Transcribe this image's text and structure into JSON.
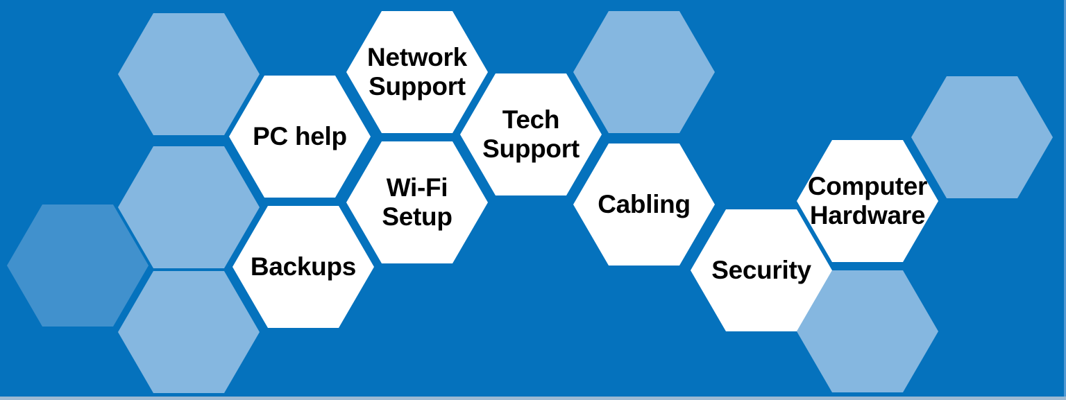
{
  "banner": {
    "background_color": "#0572bd",
    "hex_light_color": "#85b7e0",
    "hex_medium_color": "#4191cd",
    "hex_white_color": "#ffffff",
    "label_text_color": "#000000",
    "bottom_strip_color": "#9db9d3",
    "right_strip_color": "#5099d4"
  },
  "services": [
    {
      "label": "PC help"
    },
    {
      "label": "Network\nSupport"
    },
    {
      "label": "Wi-Fi\nSetup"
    },
    {
      "label": "Tech\nSupport"
    },
    {
      "label": "Cabling"
    },
    {
      "label": "Backups"
    },
    {
      "label": "Security"
    },
    {
      "label": "Computer\nHardware"
    }
  ],
  "decorations": [
    {
      "name": "deco-hex-topleft-upper",
      "tone": "light"
    },
    {
      "name": "deco-hex-topleft-middle",
      "tone": "light"
    },
    {
      "name": "deco-hex-topleft-lower",
      "tone": "light"
    },
    {
      "name": "deco-hex-far-left",
      "tone": "medium"
    },
    {
      "name": "deco-hex-top-center",
      "tone": "light"
    },
    {
      "name": "deco-hex-bottom-right",
      "tone": "light"
    },
    {
      "name": "deco-hex-far-right",
      "tone": "light"
    }
  ]
}
